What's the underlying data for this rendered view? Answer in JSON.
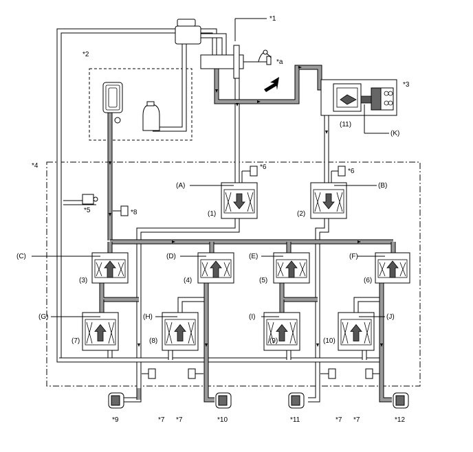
{
  "callouts": {
    "c1": "*1",
    "c2": "*2",
    "c3": "*3",
    "c4": "*4",
    "c5": "*5",
    "c6a": "*6",
    "c6b": "*6",
    "c7a": "*7",
    "c7b": "*7",
    "c7c": "*7",
    "c7d": "*7",
    "c8": "*8",
    "c9": "*9",
    "c10": "*10",
    "c11": "*11",
    "c12": "*12",
    "ca": "*a"
  },
  "valve_letters": {
    "A": "(A)",
    "B": "(B)",
    "C": "(C)",
    "D": "(D)",
    "E": "(E)",
    "F": "(F)",
    "G": "(G)",
    "H": "(H)",
    "I": "(I)",
    "J": "(J)",
    "K": "(K)"
  },
  "valve_numbers": {
    "n1": "(1)",
    "n2": "(2)",
    "n3": "(3)",
    "n4": "(4)",
    "n5": "(5)",
    "n6": "(6)",
    "n7": "(7)",
    "n8": "(8)",
    "n9": "(9)",
    "n10": "(10)",
    "n11": "(11)"
  }
}
